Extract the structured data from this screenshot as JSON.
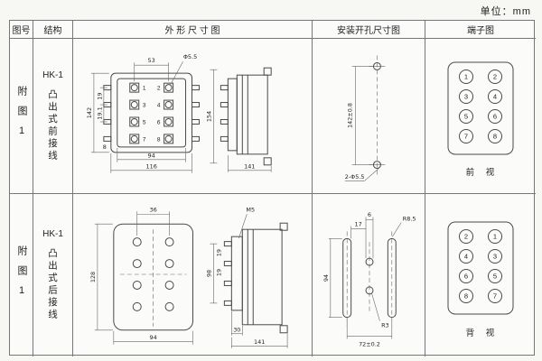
{
  "unit_label": "单位：mm",
  "headers": {
    "fig_no": "图号",
    "structure": "结构",
    "outline": "外 形 尺 寸 图",
    "install": "安装开孔尺寸图",
    "terminal": "端子图"
  },
  "row1": {
    "fig_no": "附图1",
    "model": "HK-1",
    "structure": "凸出式前接线",
    "outline": {
      "terminal_numbers": [
        "1",
        "2",
        "3",
        "4",
        "5",
        "6",
        "7",
        "8"
      ],
      "dims": {
        "top_width": "53",
        "screw_dia": "Φ5.5",
        "height": "142",
        "pitch_a": "19",
        "pitch_b": "19.1",
        "bottom_offset": "8",
        "inner_width": "94",
        "outer_width": "116",
        "side_height": "154",
        "side_depth": "141"
      }
    },
    "install": {
      "hole_spacing": "142±0.8",
      "hole_spec": "2-Φ5.5"
    },
    "terminal": {
      "nums": [
        "1",
        "2",
        "3",
        "4",
        "5",
        "6",
        "7",
        "8"
      ],
      "view_label": "前 视"
    }
  },
  "row2": {
    "fig_no": "附图1",
    "model": "HK-1",
    "structure": "凸出式后接线",
    "outline": {
      "dims": {
        "top_width": "36",
        "screw_spec": "M5",
        "height": "128",
        "width": "94",
        "side_span": "98",
        "pitch_a": "19",
        "pitch_b": "19",
        "side_block": "30",
        "side_depth": "141"
      }
    },
    "install": {
      "dim_17": "17",
      "dim_6": "6",
      "radius_slot": "R8.5",
      "slot_length": "94",
      "radius_hole": "R3",
      "hole_spacing": "72±0.2"
    },
    "terminal": {
      "nums": [
        "2",
        "1",
        "4",
        "3",
        "6",
        "5",
        "8",
        "7"
      ],
      "view_label": "背 视"
    }
  }
}
